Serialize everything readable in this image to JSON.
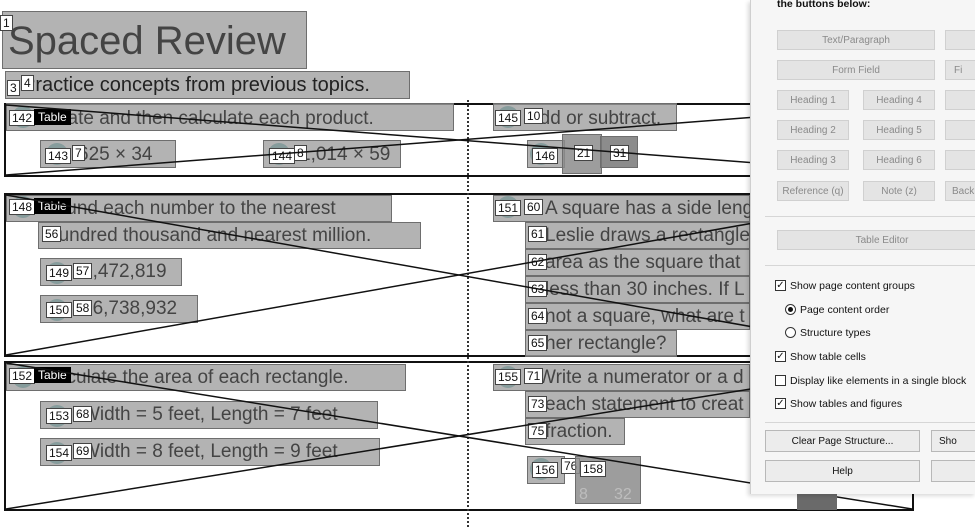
{
  "page": {
    "title": "Spaced Review",
    "subtitle": "Practice concepts from previous topics."
  },
  "tags": {
    "title_num": "1",
    "subtitle_nums": [
      "3",
      "4"
    ],
    "table_label": "Table",
    "t1": "142",
    "t1c1": "145",
    "t1c1b": "10",
    "r1a": "143",
    "r1a_b": "7",
    "r1b": "144",
    "r1b_b": "8",
    "r1c": "146",
    "r1c_b": "21",
    "r1c_c": "31",
    "t2": "148",
    "t2c2": "151",
    "t2c2b": "60",
    "r2a": "56",
    "r2b": "149",
    "r2b_b": "57",
    "r2c": "150",
    "r2c_b": "58",
    "r2d": "61",
    "r2e": "62",
    "r2f": "63",
    "r2g": "64",
    "r2h": "65",
    "t3": "152",
    "t3c2": "155",
    "t3c2b": "71",
    "r3a": "153",
    "r3a_b": "68",
    "r3b": "154",
    "r3b_b": "69",
    "r3c": "73",
    "r3d": "75",
    "r3e": "156",
    "r3e_b": "76",
    "r3e_c": "158"
  },
  "content": {
    "q1": "Estimate and then calculate each product.",
    "q1a": "625 × 34",
    "q1b": "1,014 × 59",
    "q2": "Add or subtract.",
    "q3a": "Round each number to the nearest",
    "q3b": "hundred thousand and nearest million.",
    "q3c": "1,472,819",
    "q3d": "16,738,932",
    "q4a": "A square has a side length",
    "q4b": "Leslie draws a rectangle",
    "q4c": "area as the square that",
    "q4d": "less than 30 inches. If L",
    "q4e": "not a square, what are t",
    "q4f": "her rectangle?",
    "q5": "Calculate the area of each rectangle.",
    "q5a": "Width = 5 feet, Length = 7 feet",
    "q5b": "Width = 8 feet, Length = 9 feet",
    "q6a": "Write a numerator or a d",
    "q6b": "each statement to creat",
    "q6c": "fraction.",
    "frac_num": "8",
    "frac_den": "32"
  },
  "panel": {
    "header": "the buttons below:",
    "buttons": [
      "Text/Paragraph",
      "",
      "Form Field",
      "Fi",
      "Heading 1",
      "Heading 4",
      "",
      "Heading 2",
      "Heading 5",
      "",
      "Heading 3",
      "Heading 6",
      "",
      "Reference (q)",
      "Note (z)",
      "Back"
    ],
    "table_editor": "Table Editor",
    "show_groups": "Show page content groups",
    "radio_order": "Page content order",
    "radio_types": "Structure types",
    "show_cells": "Show table cells",
    "display_like": "Display like elements in a single block",
    "show_tables": "Show tables and figures",
    "clear": "Clear Page Structure...",
    "show_btn": "Sho",
    "help": "Help"
  }
}
